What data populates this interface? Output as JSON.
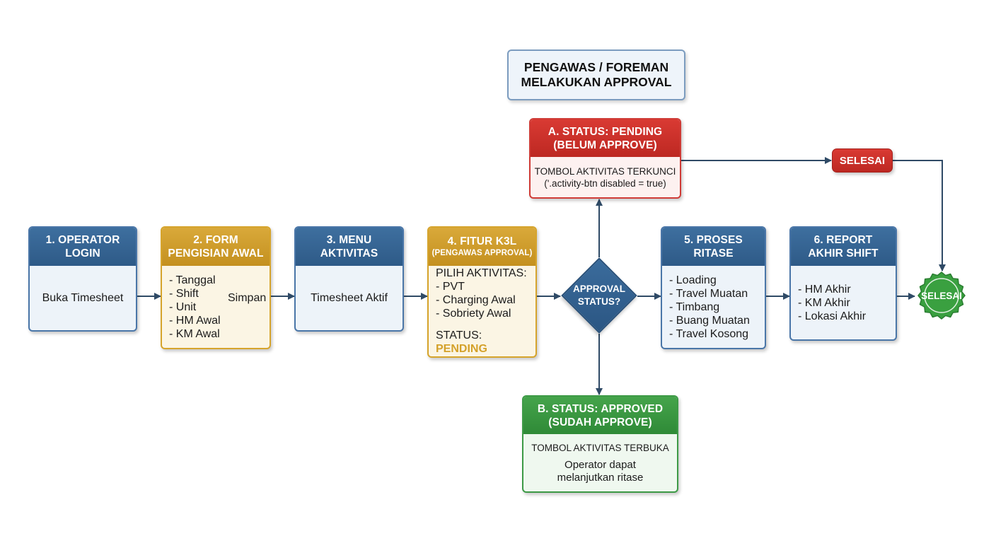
{
  "approver": {
    "line1": "PENGAWAS / FOREMAN",
    "line2": "MELAKUKAN APPROVAL"
  },
  "operator_login": {
    "title1": "1. OPERATOR",
    "title2": "LOGIN",
    "body": "Buka Timesheet"
  },
  "form": {
    "title1": "2. FORM",
    "title2": "PENGISIAN AWAL",
    "items": [
      "- Tanggal",
      "- Shift",
      "- Unit",
      "- HM Awal",
      "- KM Awal"
    ],
    "action": "Simpan"
  },
  "menu": {
    "title1": "3. MENU",
    "title2": "AKTIVITAS",
    "body": "Timesheet Aktif"
  },
  "k3l": {
    "title1": "4. FITUR K3L",
    "title2": "(PENGAWAS APPROVAL)",
    "intro": "PILIH AKTIVITAS:",
    "items": [
      "- PVT",
      "- Charging Awal",
      "- Sobriety Awal"
    ],
    "status_label": "STATUS:",
    "status_value": "PENDING"
  },
  "decision": {
    "line1": "APPROVAL",
    "line2": "STATUS?"
  },
  "pending": {
    "title1": "A. STATUS: PENDING",
    "title2": "(BELUM APPROVE)",
    "line1": "TOMBOL AKTIVITAS TERKUNCI",
    "line2": "('.activity-btn disabled = true)"
  },
  "approved": {
    "title1": "B. STATUS: APPROVED",
    "title2": "(SUDAH APPROVE)",
    "line1": "TOMBOL AKTIVITAS TERBUKA",
    "line2": "Operator dapat",
    "line3": "melanjutkan ritase"
  },
  "ritase": {
    "title1": "5. PROSES",
    "title2": "RITASE",
    "items": [
      "- Loading",
      "- Travel Muatan",
      "- Timbang",
      "- Buang Muatan",
      "- Travel Kosong"
    ]
  },
  "report": {
    "title1": "6. REPORT",
    "title2": "AKHIR SHIFT",
    "items": [
      "- HM Akhir",
      "- KM Akhir",
      "- Lokasi Akhir"
    ]
  },
  "end_top": {
    "label": "SELESAI"
  },
  "end_final": {
    "label": "SELESAI"
  },
  "colors": {
    "blue": "#2e5a87",
    "gold": "#c9952a",
    "red": "#c9302c",
    "green": "#3a9a42",
    "line": "#2f4a66",
    "seal": "#3aa040"
  }
}
